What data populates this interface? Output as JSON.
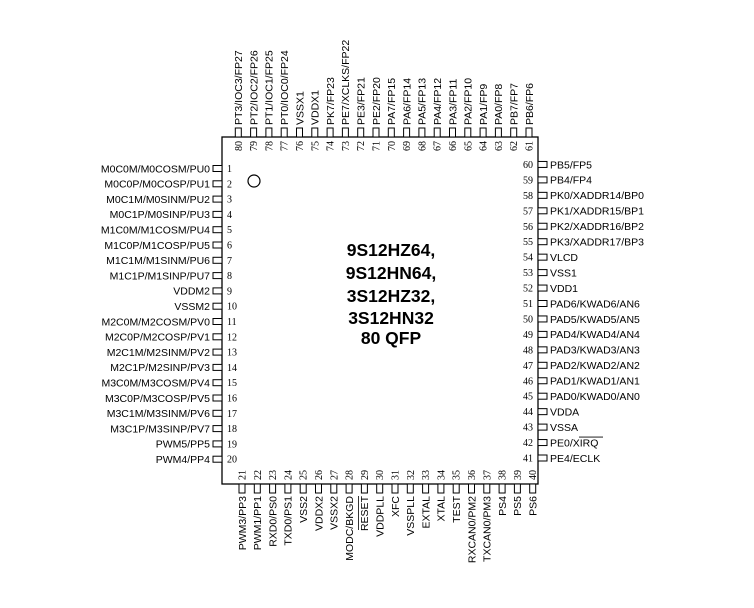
{
  "chip": {
    "title_lines": [
      "9S12HZ64,",
      "9S12HN64,",
      "3S12HZ32,",
      "3S12HN32",
      "80 QFP"
    ],
    "pin1_marker": "circle-marker"
  },
  "pins": {
    "left": [
      {
        "num": "1",
        "name": "M0C0M/M0COSM/PU0"
      },
      {
        "num": "2",
        "name": "M0C0P/M0COSP/PU1"
      },
      {
        "num": "3",
        "name": "M0C1M/M0SINM/PU2"
      },
      {
        "num": "4",
        "name": "M0C1P/M0SINP/PU3"
      },
      {
        "num": "5",
        "name": "M1C0M/M1COSM/PU4"
      },
      {
        "num": "6",
        "name": "M1C0P/M1COSP/PU5"
      },
      {
        "num": "7",
        "name": "M1C1M/M1SINM/PU6"
      },
      {
        "num": "8",
        "name": "M1C1P/M1SINP/PU7"
      },
      {
        "num": "9",
        "name": "VDDM2"
      },
      {
        "num": "10",
        "name": "VSSM2"
      },
      {
        "num": "11",
        "name": "M2C0M/M2COSM/PV0"
      },
      {
        "num": "12",
        "name": "M2C0P/M2COSP/PV1"
      },
      {
        "num": "13",
        "name": "M2C1M/M2SINM/PV2"
      },
      {
        "num": "14",
        "name": "M2C1P/M2SINP/PV3"
      },
      {
        "num": "15",
        "name": "M3C0M/M3COSM/PV4"
      },
      {
        "num": "16",
        "name": "M3C0P/M3COSP/PV5"
      },
      {
        "num": "17",
        "name": "M3C1M/M3SINM/PV6"
      },
      {
        "num": "18",
        "name": "M3C1P/M3SINP/PV7"
      },
      {
        "num": "19",
        "name": "PWM5/PP5"
      },
      {
        "num": "20",
        "name": "PWM4/PP4"
      }
    ],
    "bottom": [
      {
        "num": "21",
        "name": "PWM3/PP3"
      },
      {
        "num": "22",
        "name": "PWM1/PP1"
      },
      {
        "num": "23",
        "name": "RXD0/PS0"
      },
      {
        "num": "24",
        "name": "TXD0/PS1"
      },
      {
        "num": "25",
        "name": "VSS2"
      },
      {
        "num": "26",
        "name": "VDDX2"
      },
      {
        "num": "27",
        "name": "VSSX2"
      },
      {
        "num": "28",
        "name": "MODC/BKGD"
      },
      {
        "num": "29",
        "name": "RESET"
      },
      {
        "num": "30",
        "name": "VDDPLL"
      },
      {
        "num": "31",
        "name": "XFC"
      },
      {
        "num": "32",
        "name": "VSSPLL"
      },
      {
        "num": "33",
        "name": "EXTAL"
      },
      {
        "num": "34",
        "name": "XTAL"
      },
      {
        "num": "35",
        "name": "TEST"
      },
      {
        "num": "36",
        "name": "RXCAN0/PM2"
      },
      {
        "num": "37",
        "name": "TXCAN0/PM3"
      },
      {
        "num": "38",
        "name": "PS4"
      },
      {
        "num": "39",
        "name": "PS5"
      },
      {
        "num": "40",
        "name": "PS6"
      }
    ],
    "right": [
      {
        "num": "41",
        "name": "PE4/ECLK"
      },
      {
        "num": "42",
        "name": "PE0/XIRQ"
      },
      {
        "num": "43",
        "name": "VSSA"
      },
      {
        "num": "44",
        "name": "VDDA"
      },
      {
        "num": "45",
        "name": "PAD0/KWAD0/AN0"
      },
      {
        "num": "46",
        "name": "PAD1/KWAD1/AN1"
      },
      {
        "num": "47",
        "name": "PAD2/KWAD2/AN2"
      },
      {
        "num": "48",
        "name": "PAD3/KWAD3/AN3"
      },
      {
        "num": "49",
        "name": "PAD4/KWAD4/AN4"
      },
      {
        "num": "50",
        "name": "PAD5/KWAD5/AN5"
      },
      {
        "num": "51",
        "name": "PAD6/KWAD6/AN6"
      },
      {
        "num": "52",
        "name": "VDD1"
      },
      {
        "num": "53",
        "name": "VSS1"
      },
      {
        "num": "54",
        "name": "VLCD"
      },
      {
        "num": "55",
        "name": "PK3/XADDR17/BP3"
      },
      {
        "num": "56",
        "name": "PK2/XADDR16/BP2"
      },
      {
        "num": "57",
        "name": "PK1/XADDR15/BP1"
      },
      {
        "num": "58",
        "name": "PK0/XADDR14/BP0"
      },
      {
        "num": "59",
        "name": "PB4/FP4"
      },
      {
        "num": "60",
        "name": "PB5/FP5"
      }
    ],
    "top": [
      {
        "num": "61",
        "name": "PB6/FP6"
      },
      {
        "num": "62",
        "name": "PB7/FP7"
      },
      {
        "num": "63",
        "name": "PA0/FP8"
      },
      {
        "num": "64",
        "name": "PA1/FP9"
      },
      {
        "num": "65",
        "name": "PA2/FP10"
      },
      {
        "num": "66",
        "name": "PA3/FP11"
      },
      {
        "num": "67",
        "name": "PA4/FP12"
      },
      {
        "num": "68",
        "name": "PA5/FP13"
      },
      {
        "num": "69",
        "name": "PA6/FP14"
      },
      {
        "num": "70",
        "name": "PA7/FP15"
      },
      {
        "num": "71",
        "name": "PE2/FP20"
      },
      {
        "num": "72",
        "name": "PE3/FP21"
      },
      {
        "num": "73",
        "name": "PE7/XCLKS/FP22"
      },
      {
        "num": "74",
        "name": "PK7/FP23"
      },
      {
        "num": "75",
        "name": "VDDX1"
      },
      {
        "num": "76",
        "name": "VSSX1"
      },
      {
        "num": "77",
        "name": "PT0/IOC0/FP24"
      },
      {
        "num": "78",
        "name": "PT1/IOC1/FP25"
      },
      {
        "num": "79",
        "name": "PT2/IOC2/FP26"
      },
      {
        "num": "80",
        "name": "PT3/IOC3/FP27"
      }
    ]
  }
}
